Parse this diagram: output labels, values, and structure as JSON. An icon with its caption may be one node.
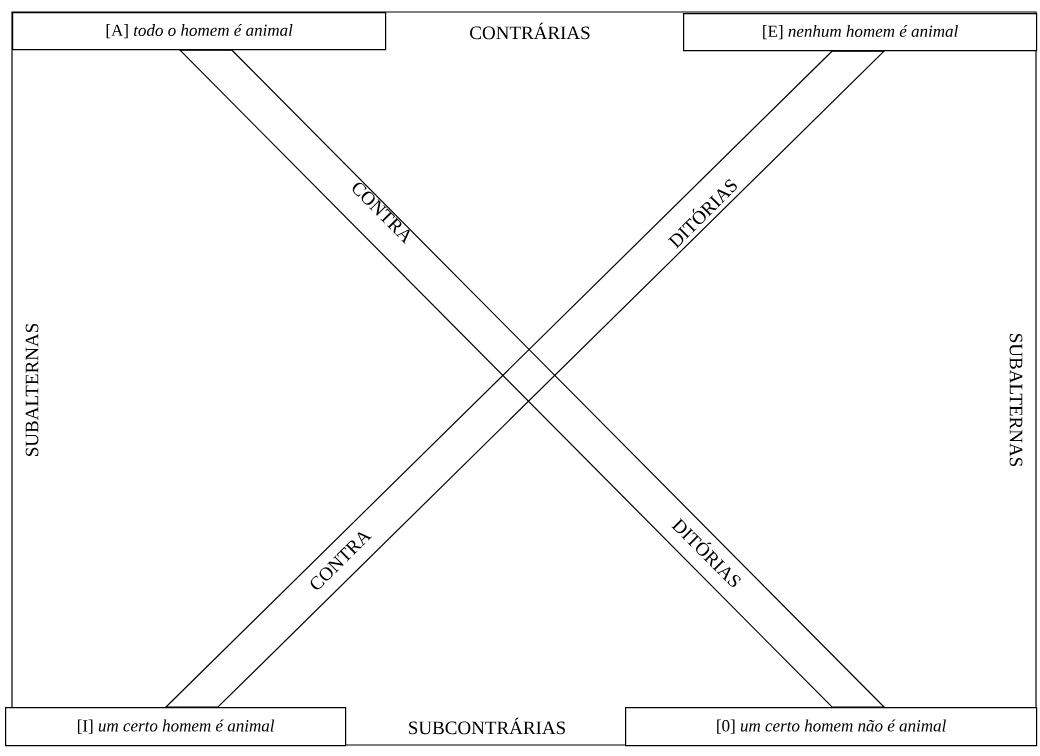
{
  "diagram": {
    "nodes": [
      {
        "text": [
          "[A] *todo o homem é animal*"
        ]
      },
      {
        "text": [
          "[E] *nenhum homem é animal*"
        ]
      },
      {
        "text": [
          "[I] *um certo homem é animal*"
        ]
      },
      {
        "text": [
          "[0] *um certo homem não é animal*"
        ]
      }
    ],
    "edges": [
      {
        "from": 0,
        "to": 3,
        "arrow": "none"
      },
      {
        "from": 1,
        "to": 2,
        "arrow": "none"
      }
    ],
    "labels": [
      "CONTRÁRIAS",
      "CONTRA",
      "DITÓRIAS",
      "SUBALTERNAS",
      "SUBALTERNAS",
      "CONTRA",
      "DITÓRIAS",
      "SUBCONTRÁRIAS"
    ]
  }
}
